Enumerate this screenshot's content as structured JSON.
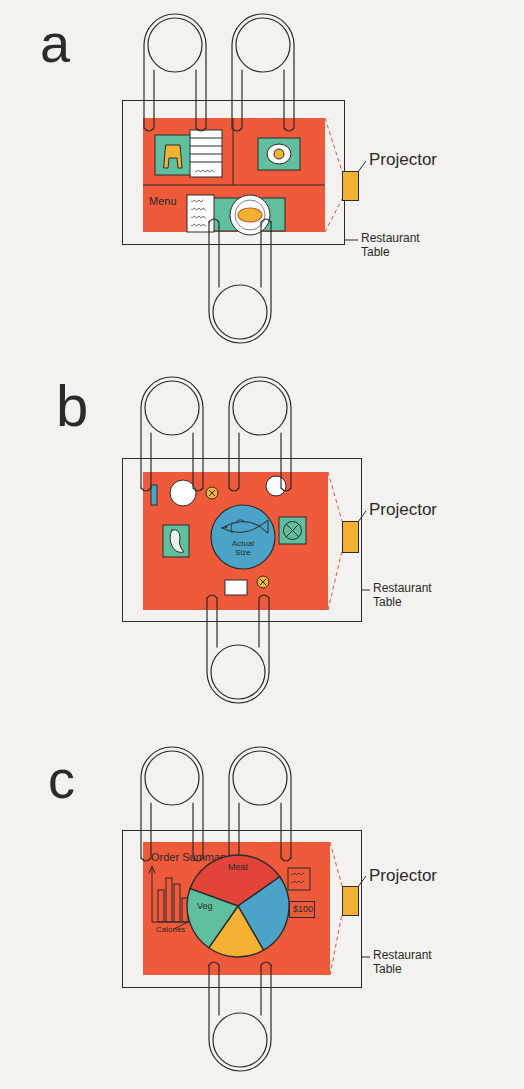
{
  "diagram": {
    "nodes": [
      {
        "text": [
          "Restaurant Table"
        ]
      },
      {
        "text": [
          "Menu"
        ],
        "in": 0
      },
      {
        "text": [
          "Projector"
        ],
        "in": 0
      },
      {
        "text": [
          "Restaurant Table"
        ]
      },
      {
        "text": [
          "Actual Size"
        ],
        "in": 3
      },
      {
        "text": [
          "Projector"
        ],
        "in": 3
      },
      {
        "text": [
          "Restaurant Table"
        ]
      },
      {
        "text": [
          "Order Summary"
        ],
        "in": 6
      },
      {
        "text": [
          "Meat",
          "Veg"
        ],
        "in": 7
      },
      {
        "text": [
          "$100"
        ],
        "in": 7
      },
      {
        "text": [
          "Projector"
        ],
        "in": 6
      }
    ],
    "labels": [
      "a",
      "b",
      "c",
      "Calories"
    ]
  }
}
